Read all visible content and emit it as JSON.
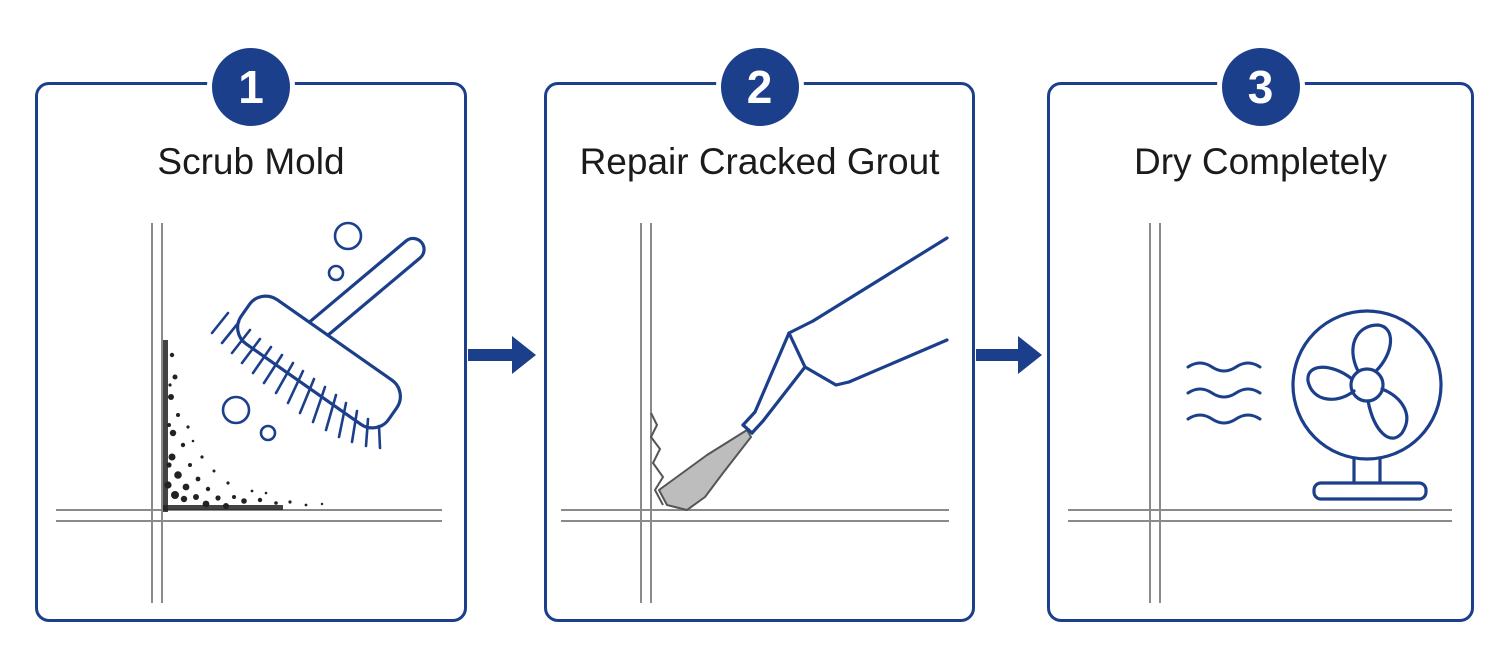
{
  "steps": [
    {
      "number": "1",
      "title": "Scrub Mold",
      "icon": "scrub-brush-icon"
    },
    {
      "number": "2",
      "title": "Repair Cracked Grout",
      "icon": "grout-tube-icon"
    },
    {
      "number": "3",
      "title": "Dry Completely",
      "icon": "fan-icon"
    }
  ],
  "colors": {
    "primary": "#1c3f8c",
    "grout": "#8a8a8a",
    "mold": "#222222",
    "filler": "#bdbdbd"
  }
}
